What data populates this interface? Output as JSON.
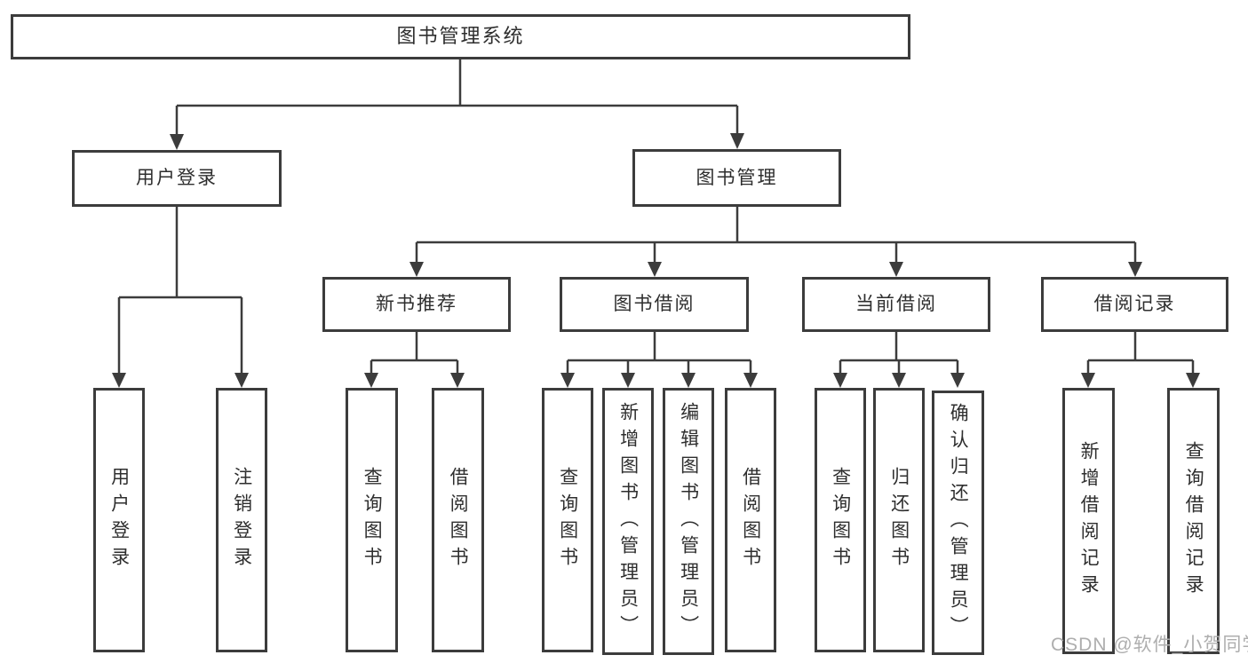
{
  "diagram": {
    "root": "图书管理系统",
    "level2": {
      "user_login": "用户登录",
      "book_mgmt": "图书管理"
    },
    "level3": {
      "new_books": "新书推荐",
      "borrow": "图书借阅",
      "current": "当前借阅",
      "records": "借阅记录"
    },
    "leaves": {
      "user_login": [
        "用户登录",
        "注销登录"
      ],
      "new_books": [
        "查询图书",
        "借阅图书"
      ],
      "borrow": [
        "查询图书",
        "新增图书（管理员）",
        "编辑图书（管理员）",
        "借阅图书"
      ],
      "current": [
        "查询图书",
        "归还图书",
        "确认归还（管理员）"
      ],
      "records": [
        "新增借阅记录",
        "查询借阅记录"
      ]
    }
  },
  "watermark": "CSDN @软件_小贺同学",
  "colors": {
    "line": "#3c3c3c",
    "text": "#2e2e2e",
    "watermark": "#aeaeae",
    "background": "#ffffff"
  }
}
